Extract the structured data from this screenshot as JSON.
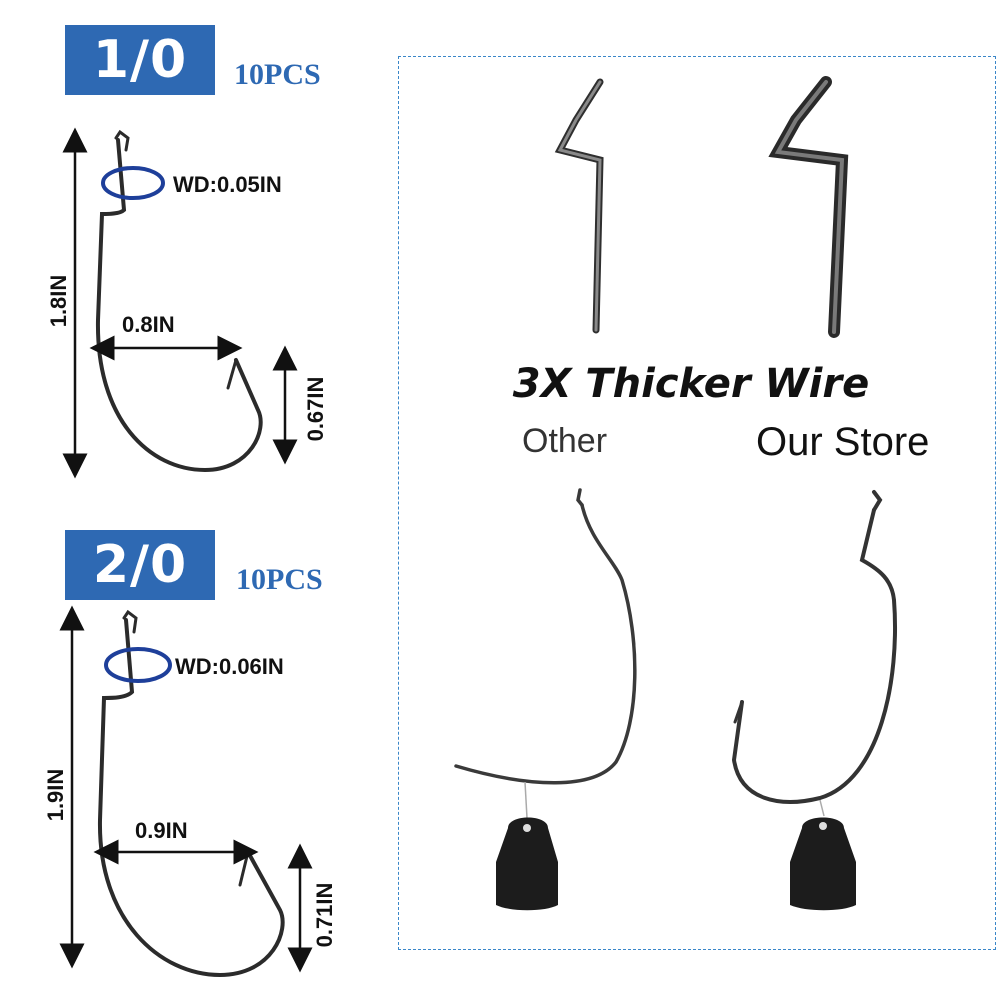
{
  "hooks": [
    {
      "size": "1/0",
      "quantity": "10PCS",
      "wire_diameter": "WD:0.05IN",
      "length": "1.8IN",
      "gap": "0.8IN",
      "throat": "0.67IN"
    },
    {
      "size": "2/0",
      "quantity": "10PCS",
      "wire_diameter": "WD:0.06IN",
      "length": "1.9IN",
      "gap": "0.9IN",
      "throat": "0.71IN"
    }
  ],
  "comparison": {
    "headline": "3X Thicker Wire",
    "left_label": "Other",
    "right_label": "Our Store"
  },
  "colors": {
    "accent": "#2e69b3",
    "ring": "#1e3f9a",
    "border": "#3a86c8"
  }
}
